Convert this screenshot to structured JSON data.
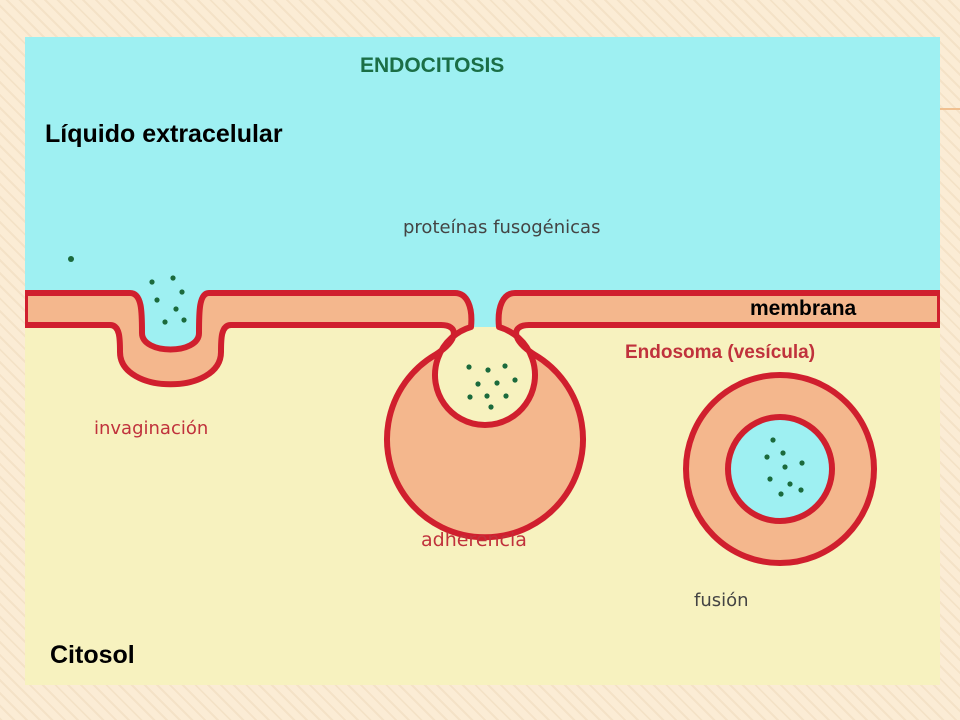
{
  "diagram": {
    "title": "ENDOCITOSIS",
    "labels": {
      "extracellular": "Líquido extracelular",
      "cytosol": "Citosol",
      "membrane": "membrana",
      "endosome": "Endosoma (vesícula)",
      "fusogenic_proteins": "proteínas fusogénicas",
      "invagination": "invaginación",
      "adherence": "adherencia",
      "fusion": "fusión"
    },
    "colors": {
      "extracellular_fluid": "#9ef0f2",
      "cytosol": "#f7f2bf",
      "membrane_outline": "#d01f2e",
      "membrane_fill": "#f4b78d",
      "particles": "#1b6a3c",
      "title_text": "#1b6e46",
      "step_text": "#c0323c",
      "fusogenic_text": "#444444",
      "frame_background": "#fbecd5",
      "accent_line": "#f0c090"
    }
  }
}
